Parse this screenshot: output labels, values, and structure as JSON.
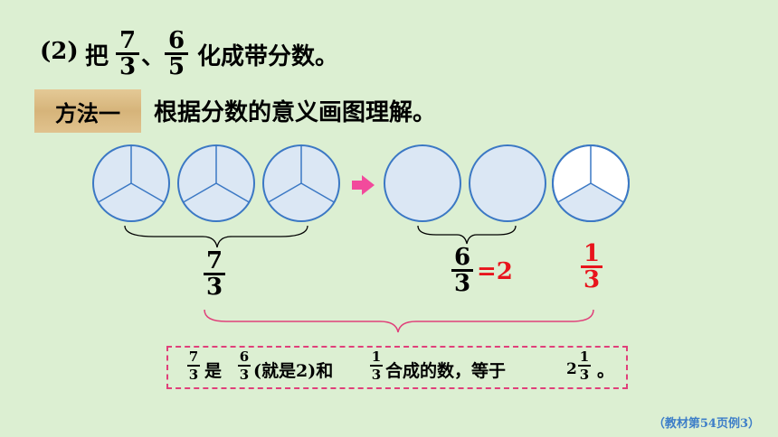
{
  "header": {
    "item_no": "(2)",
    "verb": "把",
    "frac1": {
      "num": "7",
      "den": "3"
    },
    "sep": "、",
    "frac2": {
      "num": "6",
      "den": "5"
    },
    "tail": "化成带分数。"
  },
  "method": {
    "tag": "方法一",
    "desc": "根据分数的意义画图理解。"
  },
  "labels": {
    "left_frac": {
      "num": "7",
      "den": "3"
    },
    "mid_frac": {
      "num": "6",
      "den": "3"
    },
    "mid_eq": "=2",
    "right_frac": {
      "num": "1",
      "den": "3"
    }
  },
  "summary": {
    "f1": {
      "num": "7",
      "den": "3"
    },
    "t1": "是",
    "f2": {
      "num": "6",
      "den": "3"
    },
    "t2": "(就是2)和",
    "f3": {
      "num": "1",
      "den": "3"
    },
    "t3": "合成的数，等于",
    "mixed_whole": "2",
    "f4": {
      "num": "1",
      "den": "3"
    },
    "t4": "。"
  },
  "source": "（教材第54页例3）",
  "colors": {
    "circle_stroke": "#3b78c4",
    "circle_fill": "#dbe7f4",
    "arrow": "#f24a9c",
    "red": "#e8141c",
    "dashed": "#e0407a"
  },
  "icons": [
    "arrow-right-icon"
  ]
}
